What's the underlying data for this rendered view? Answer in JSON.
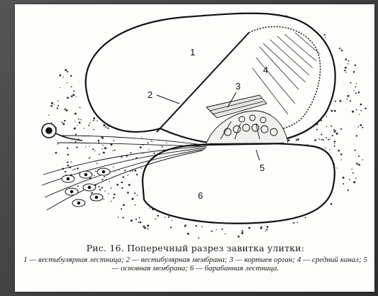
{
  "figure": {
    "callouts": [
      {
        "id": "1",
        "label": "1"
      },
      {
        "id": "2",
        "label": "2"
      },
      {
        "id": "3",
        "label": "3"
      },
      {
        "id": "4",
        "label": "4"
      },
      {
        "id": "5",
        "label": "5"
      },
      {
        "id": "6",
        "label": "6"
      }
    ]
  },
  "caption": {
    "title": "Рис. 16. Поперечный разрез завитка улитки:",
    "legend": "1 — вестибулярная лестница; 2 — вестибулярная мембрана; 3 — кортиев орган; 4 — средний канал; 5 — основная мембрана; 6 — барабанная лестница."
  },
  "colors": {
    "paper": "#fdfdfb",
    "ink": "#111111",
    "background": "#4a4a4a"
  }
}
